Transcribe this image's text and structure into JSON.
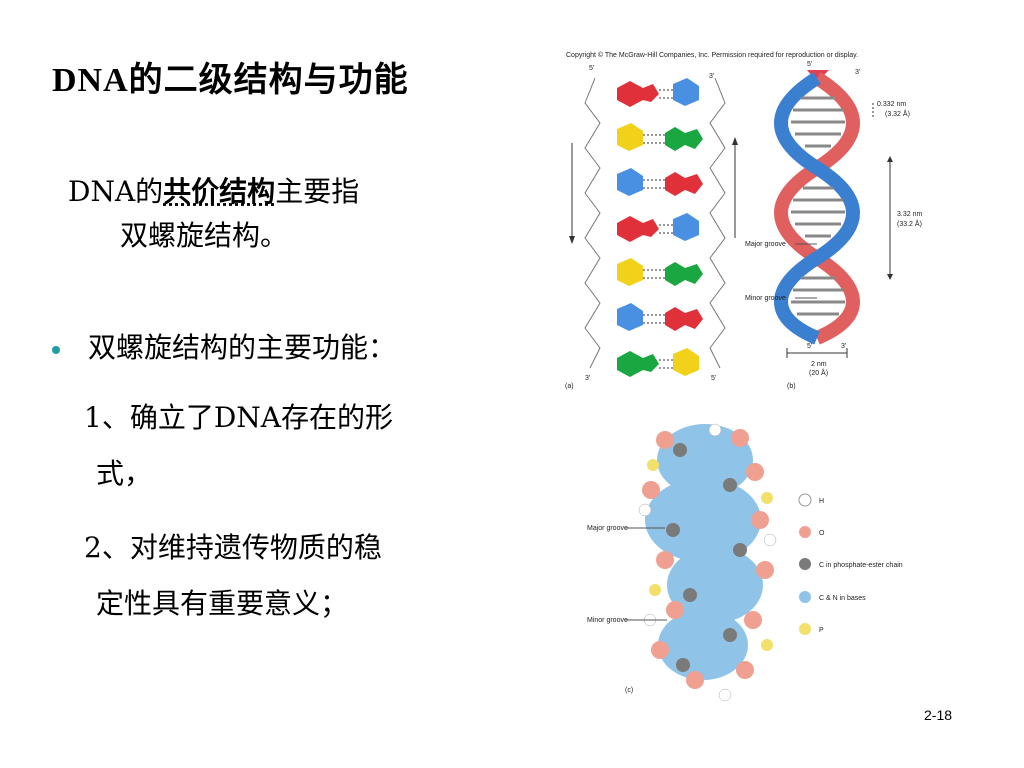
{
  "slide": {
    "title": "DNA的二级结构与功能",
    "intro_prefix": "DNA的",
    "intro_bold": "共价结构",
    "intro_suffix": "主要指",
    "intro_cont": "双螺旋结构。",
    "bullet": "双螺旋结构的主要功能：",
    "points": [
      {
        "line1": "1、确立了DNA存在的形",
        "line2": "式，"
      },
      {
        "line1": "2、对维持遗传物质的稳",
        "line2": "定性具有重要意义；"
      }
    ],
    "page_number": "2-18"
  },
  "figure": {
    "copyright": "Copyright © The McGraw-Hill Companies, Inc. Permission required for reproduction or display.",
    "panel_a": {
      "label": "(a)",
      "top_left": "5'",
      "top_right": "3'",
      "bottom_left": "3'",
      "bottom_right": "5'"
    },
    "panel_b": {
      "label": "(b)",
      "top_left": "5'",
      "top_right": "3'",
      "rise": "0.332 nm",
      "rise_a": "(3.32 Å)",
      "pitch": "3.32 nm",
      "pitch_a": "(33.2 Å)",
      "major": "Major groove",
      "minor": "Minor groove",
      "bottom_left": "5'",
      "bottom_right": "3'",
      "width": "2 nm",
      "width_a": "(20 Å)"
    },
    "panel_c": {
      "label": "(c)",
      "major": "Major groove",
      "minor": "Minor groove",
      "legend": [
        {
          "label": "H",
          "color": "#ffffff"
        },
        {
          "label": "O",
          "color": "#f0a090"
        },
        {
          "label": "C in phosphate-ester chain",
          "color": "#7a7a7a"
        },
        {
          "label": "C & N in bases",
          "color": "#8fc3e8"
        },
        {
          "label": "P",
          "color": "#f2e06a"
        }
      ]
    }
  }
}
